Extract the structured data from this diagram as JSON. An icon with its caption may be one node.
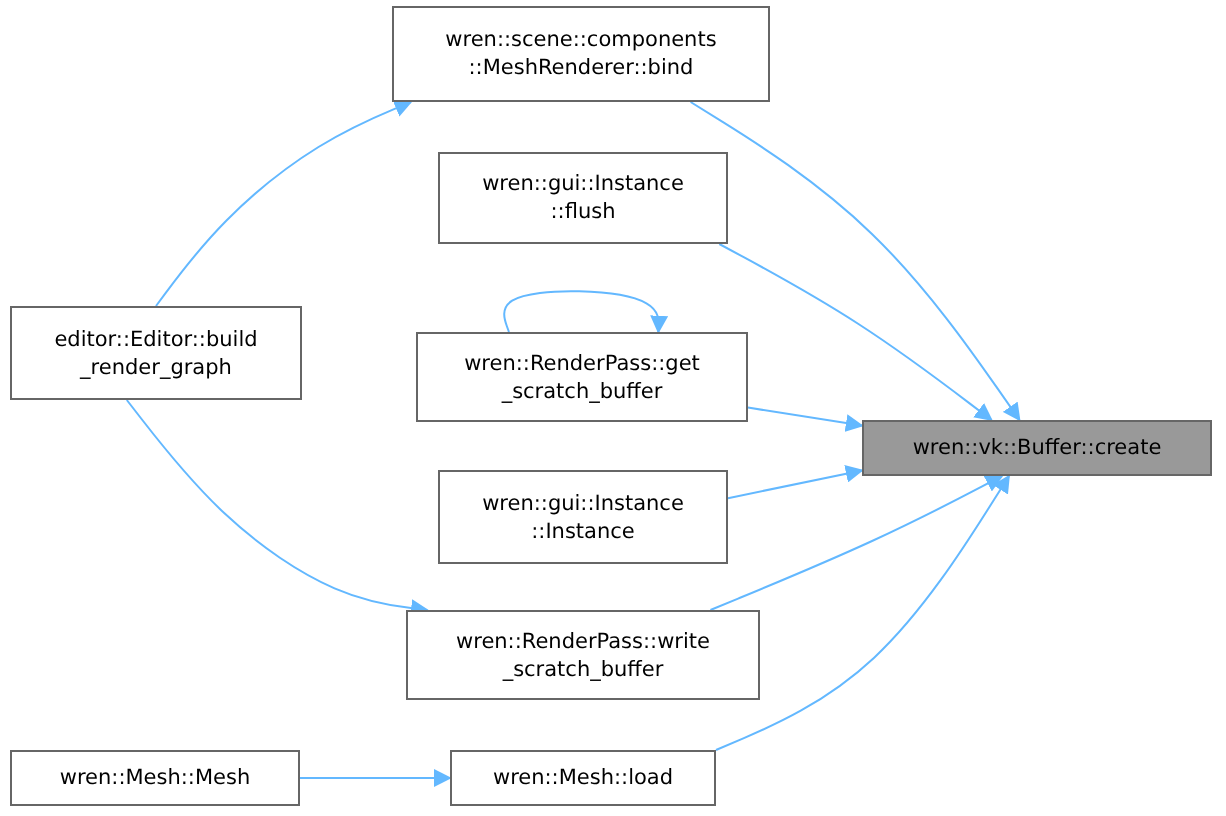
{
  "diagram": {
    "nodes": [
      {
        "text": [
          "wren::scene::components ::MeshRenderer::bind"
        ]
      },
      {
        "text": [
          "wren::gui::Instance ::flush"
        ]
      },
      {
        "text": [
          "editor::Editor::build _render_graph"
        ]
      },
      {
        "text": [
          "wren::RenderPass::get _scratch_buffer"
        ]
      },
      {
        "text": [
          "wren::vk::Buffer::create"
        ]
      },
      {
        "text": [
          "wren::gui::Instance ::Instance"
        ]
      },
      {
        "text": [
          "wren::RenderPass::write _scratch_buffer"
        ]
      },
      {
        "text": [
          "wren::Mesh::Mesh"
        ]
      },
      {
        "text": [
          "wren::Mesh::load"
        ]
      }
    ],
    "edges": [
      {
        "from": 2,
        "to": 0,
        "arrow": "to"
      },
      {
        "from": 0,
        "to": 4,
        "arrow": "to"
      },
      {
        "from": 1,
        "to": 4,
        "arrow": "to"
      },
      {
        "from": 3,
        "to": 3,
        "arrow": "to"
      },
      {
        "from": 3,
        "to": 4,
        "arrow": "to"
      },
      {
        "from": 5,
        "to": 4,
        "arrow": "to"
      },
      {
        "from": 6,
        "to": 4,
        "arrow": "to"
      },
      {
        "from": 2,
        "to": 6,
        "arrow": "to"
      },
      {
        "from": 8,
        "to": 4,
        "arrow": "to"
      },
      {
        "from": 7,
        "to": 8,
        "arrow": "to"
      }
    ]
  }
}
